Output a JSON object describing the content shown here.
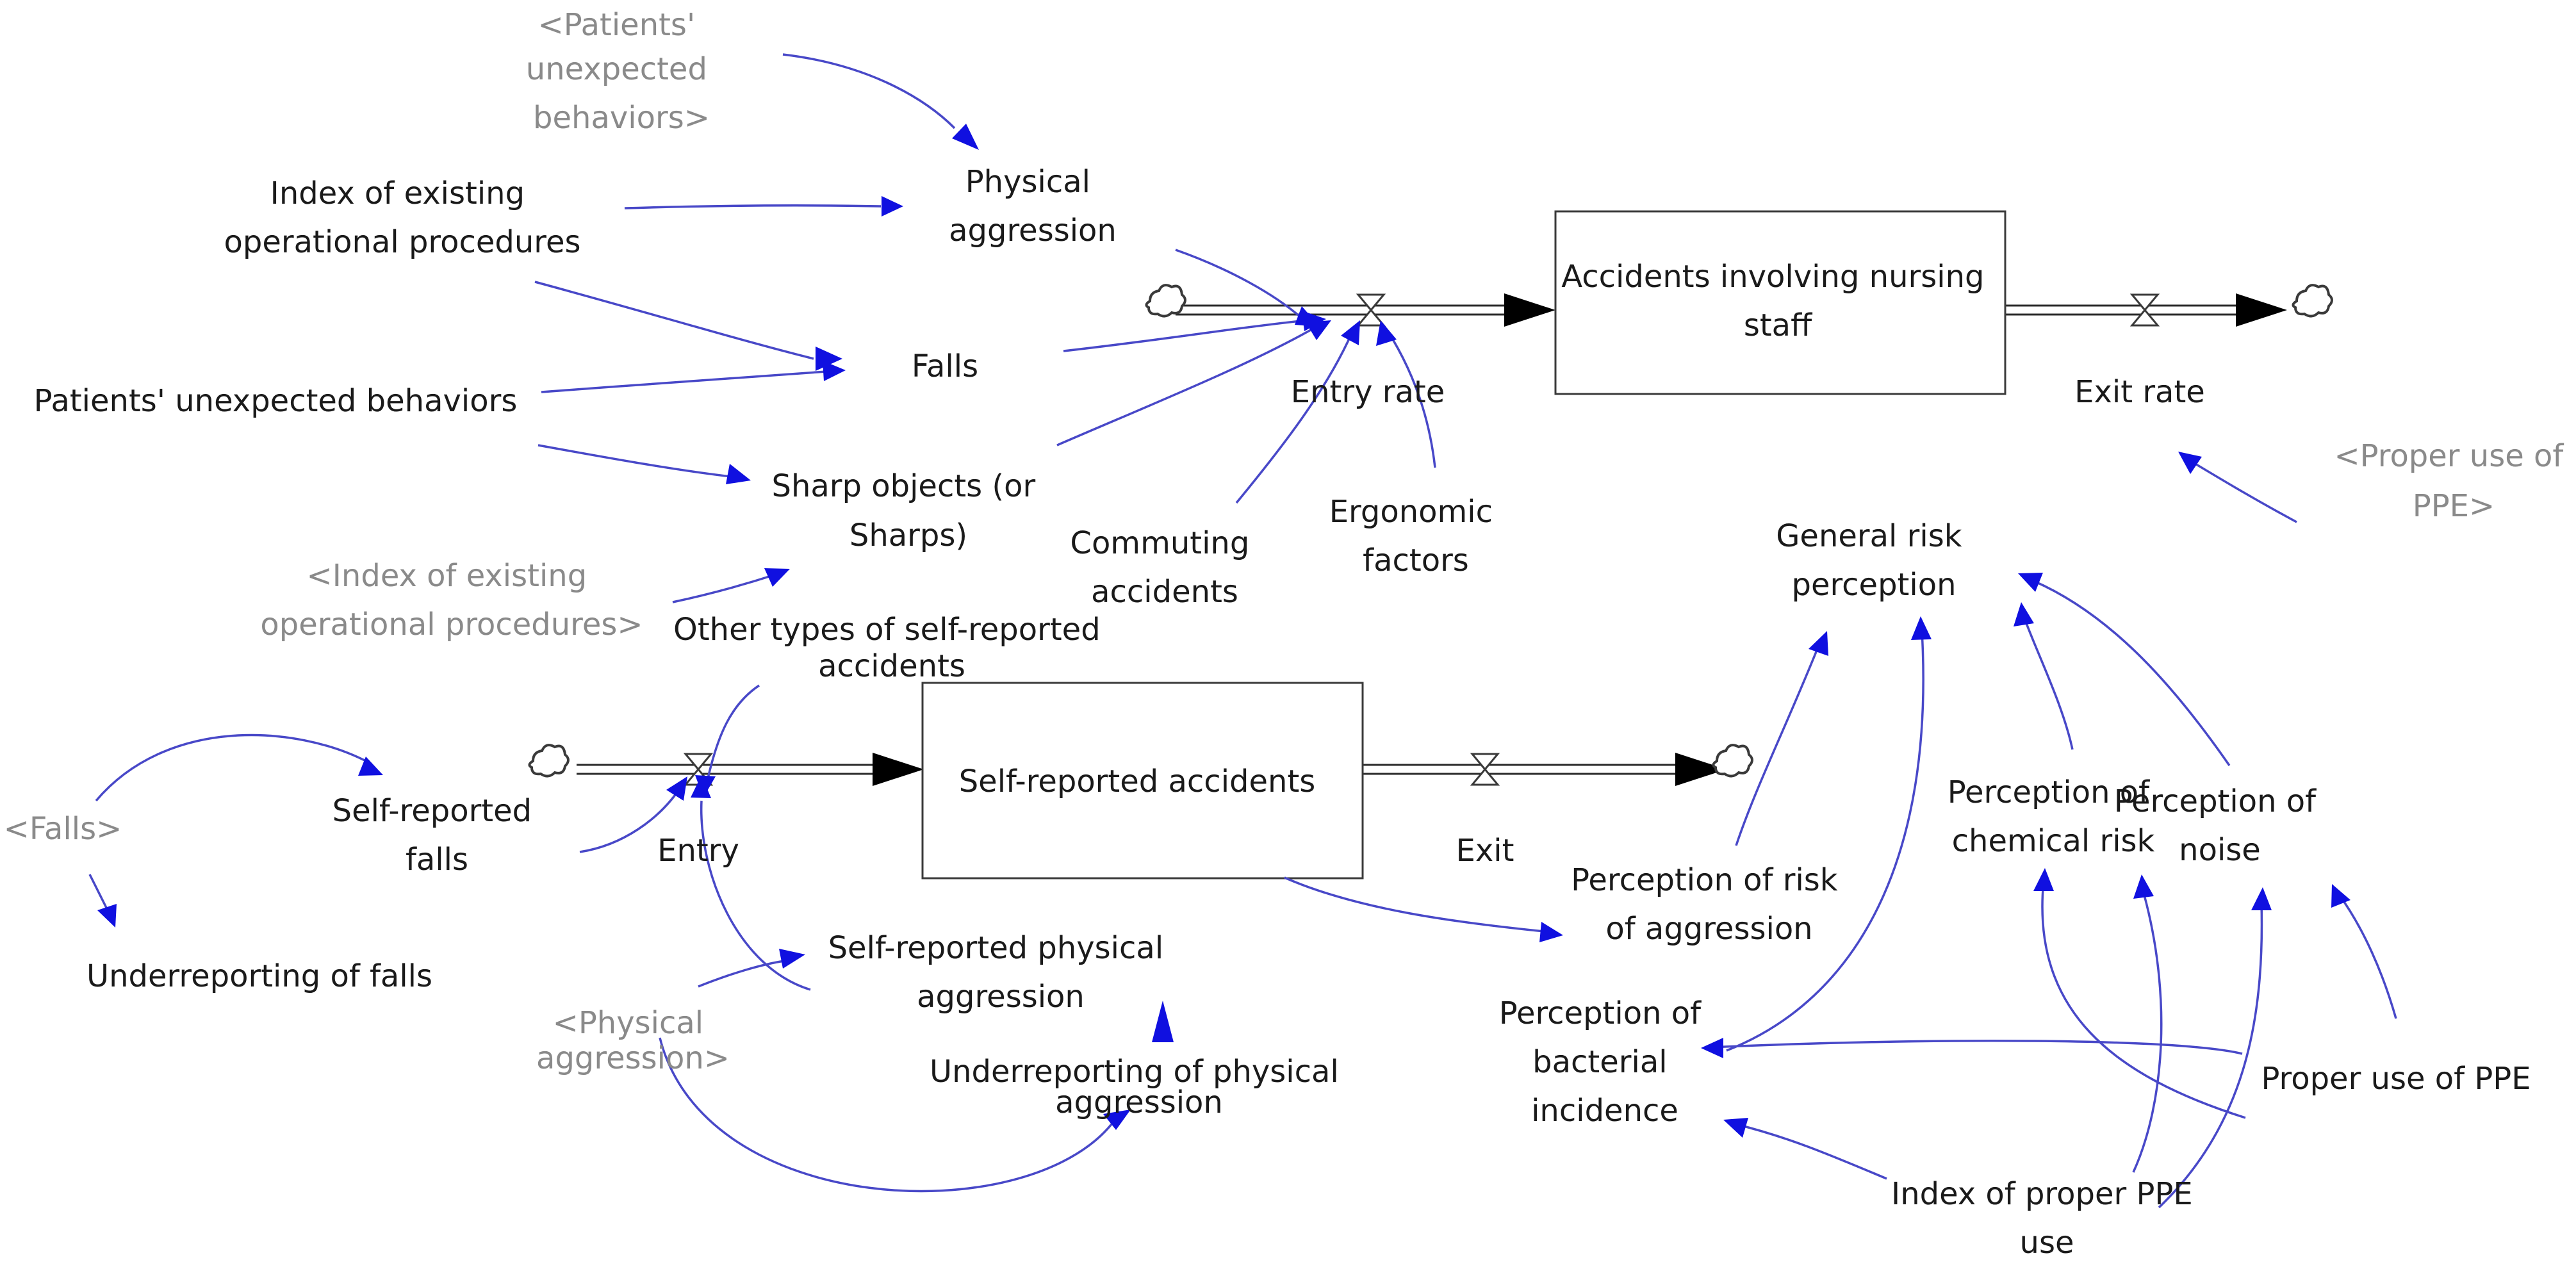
{
  "stocks": {
    "accidents_nursing": [
      "Accidents involving nursing",
      "staff"
    ],
    "self_reported_accidents": [
      "Self-reported accidents"
    ]
  },
  "flows": {
    "entry_rate": [
      "Entry rate"
    ],
    "exit_rate": [
      "Exit rate"
    ],
    "entry": [
      "Entry"
    ],
    "exit": [
      "Exit"
    ]
  },
  "variables": {
    "physical_aggression": [
      "Physical",
      "aggression"
    ],
    "index_existing_procedures": [
      "Index of existing",
      "operational procedures"
    ],
    "falls": [
      "Falls"
    ],
    "patients_unexpected_behaviors": [
      "Patients' unexpected behaviors"
    ],
    "sharp_objects": [
      "Sharp objects (or",
      "Sharps)"
    ],
    "commuting_accidents": [
      "Commuting",
      "accidents"
    ],
    "ergonomic_factors": [
      "Ergonomic",
      "factors"
    ],
    "general_risk_perception": [
      "General risk",
      "perception"
    ],
    "other_self_reported": [
      "Other types of self-reported",
      "accidents"
    ],
    "self_reported_falls": [
      "Self-reported",
      "falls"
    ],
    "underreporting_falls": [
      "Underreporting of falls"
    ],
    "self_reported_physical_aggression": [
      "Self-reported physical",
      "aggression"
    ],
    "underreporting_physical_aggression": [
      "Underreporting of physical",
      "aggression"
    ],
    "perception_risk_aggression": [
      "Perception of risk",
      "of aggression"
    ],
    "perception_chemical_risk": [
      "Perception of",
      "chemical risk"
    ],
    "perception_noise": [
      "Perception of",
      "noise"
    ],
    "perception_bacterial": [
      "Perception of",
      "bacterial",
      "incidence"
    ],
    "proper_use_ppe": [
      "Proper use of PPE"
    ],
    "index_proper_ppe": [
      "Index of proper PPE",
      "use"
    ]
  },
  "shadow_variables": {
    "patients_unexpected_behaviors": [
      "<Patients'",
      "unexpected",
      "behaviors>"
    ],
    "index_existing_procedures": [
      "<Index of existing",
      "operational procedures>"
    ],
    "proper_use_ppe": [
      "<Proper use of",
      "PPE>"
    ],
    "falls": [
      "<Falls>"
    ],
    "physical_aggression": [
      "<Physical",
      "aggression>"
    ]
  },
  "colors": {
    "link": "#4848c8",
    "arrowhead": "#1010e0",
    "text": "#1a1a1a",
    "shadow_text": "#8a8a8a",
    "stock_border": "#3a3a3a"
  }
}
